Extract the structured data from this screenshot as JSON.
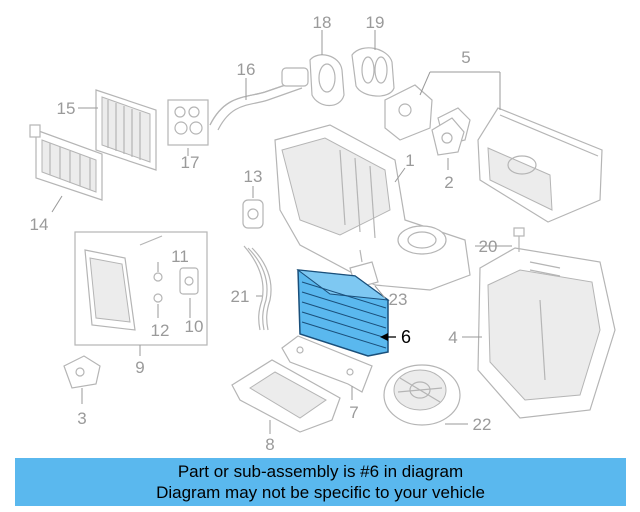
{
  "diagram": {
    "highlighted_part": "6",
    "highlight_color": "#5ab8ee",
    "callouts": {
      "c1": "1",
      "c2": "2",
      "c3": "3",
      "c4": "4",
      "c5": "5",
      "c6": "6",
      "c7": "7",
      "c8": "8",
      "c9": "9",
      "c10": "10",
      "c11": "11",
      "c12": "12",
      "c13": "13",
      "c14": "14",
      "c15": "15",
      "c16": "16",
      "c17": "17",
      "c18": "18",
      "c19": "19",
      "c20": "20",
      "c21": "21",
      "c22": "22",
      "c23": "23"
    }
  },
  "banner": {
    "line1": "Part or sub-assembly is #6 in diagram",
    "line2": "Diagram may not be specific to your vehicle"
  }
}
